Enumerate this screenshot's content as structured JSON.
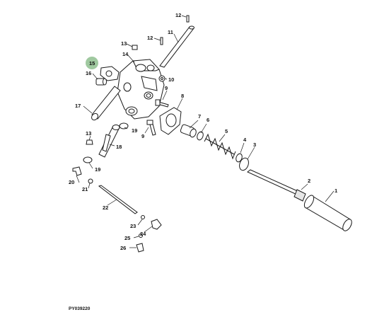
{
  "diagram": {
    "reference_code": "PY039220",
    "highlighted_callout": "15",
    "highlight_color": "#8fbf8f",
    "callouts": [
      "1",
      "2",
      "3",
      "4",
      "5",
      "6",
      "7",
      "8",
      "9",
      "9",
      "10",
      "11",
      "12",
      "12",
      "13",
      "13",
      "14",
      "15",
      "16",
      "17",
      "18",
      "19",
      "19",
      "20",
      "21",
      "22",
      "23",
      "24",
      "25",
      "26"
    ]
  }
}
